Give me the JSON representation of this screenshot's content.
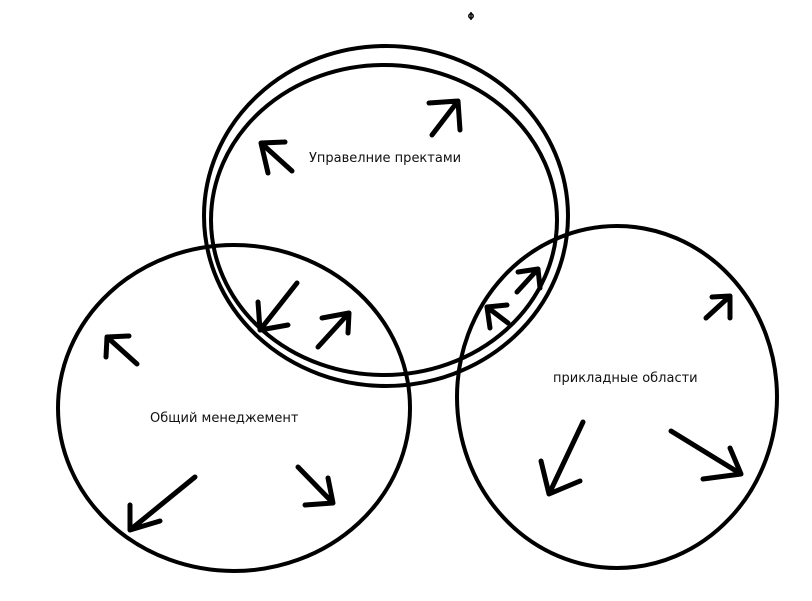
{
  "labels": {
    "project_management": "Управелние пректами",
    "general_management": "Общий менеджемент",
    "application_areas": "прикладные области"
  },
  "colors": {
    "background": "#ffffff",
    "stroke": "#000000",
    "text": "#111111"
  }
}
